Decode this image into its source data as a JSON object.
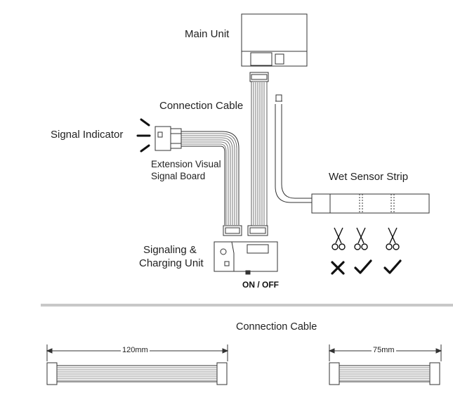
{
  "labels": {
    "main_unit": "Main Unit",
    "connection_cable": "Connection Cable",
    "signal_indicator": "Signal Indicator",
    "extension_board_line1": "Extension Visual",
    "extension_board_line2": "Signal Board",
    "wet_sensor_strip": "Wet Sensor Strip",
    "signaling_line1": "Signaling &",
    "signaling_line2": "Charging Unit",
    "on_off": "ON / OFF"
  },
  "bottom": {
    "title": "Connection Cable",
    "cables": [
      {
        "length_label": "120mm"
      },
      {
        "length_label": "75mm"
      }
    ]
  },
  "cut_results": [
    "cross",
    "check",
    "check"
  ],
  "icons": {
    "scissors": "scissors-icon",
    "cross": "cross-icon",
    "check": "check-icon"
  }
}
